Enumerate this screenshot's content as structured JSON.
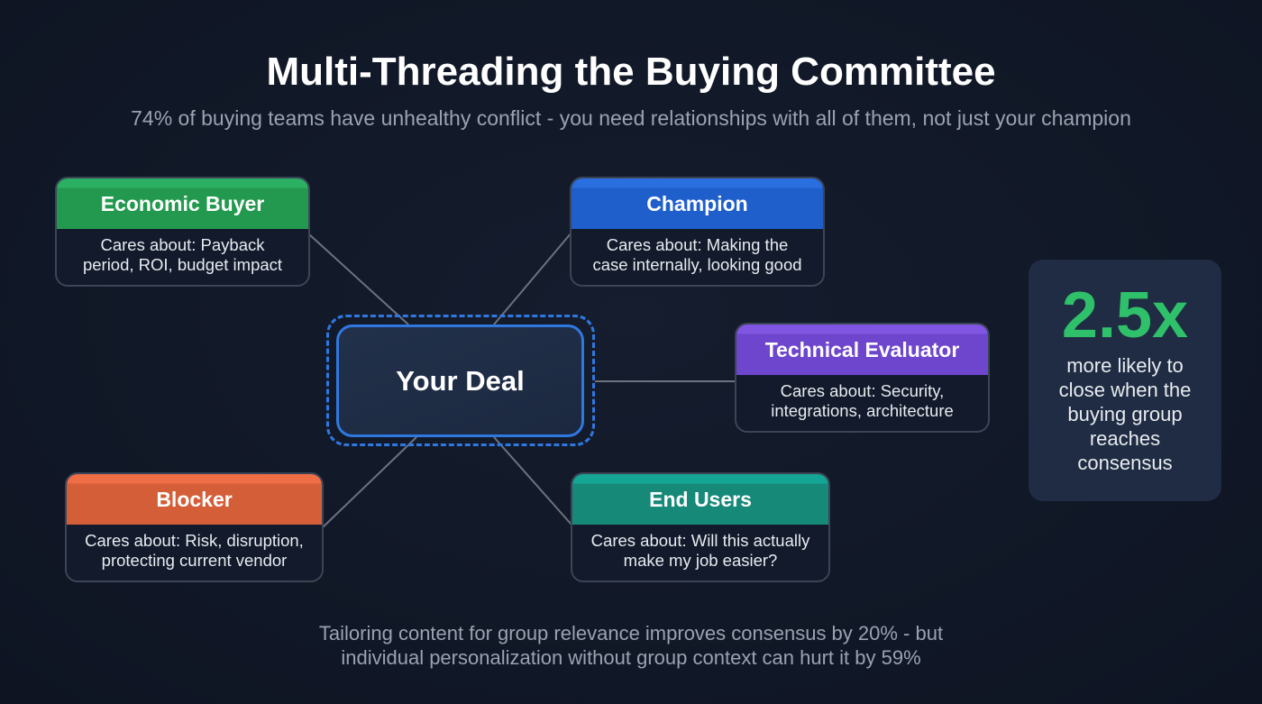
{
  "header": {
    "title": "Multi-Threading the Buying Committee",
    "subtitle": "74% of buying teams have unhealthy conflict - you need relationships with all of them, not just your champion"
  },
  "center": {
    "label": "Your Deal"
  },
  "stakeholders": [
    {
      "id": "economic-buyer",
      "title": "Economic Buyer",
      "cares_line1": "Cares about: Payback",
      "cares_line2": "period, ROI, budget impact",
      "color": "#23994f"
    },
    {
      "id": "champion",
      "title": "Champion",
      "cares_line1": "Cares about: Making the",
      "cares_line2": "case internally, looking good",
      "color": "#1f5fcb"
    },
    {
      "id": "technical-evaluator",
      "title": "Technical Evaluator",
      "cares_line1": "Cares about: Security,",
      "cares_line2": "integrations, architecture",
      "color": "#6d46cd"
    },
    {
      "id": "blocker",
      "title": "Blocker",
      "cares_line1": "Cares about: Risk, disruption,",
      "cares_line2": "protecting current vendor",
      "color": "#d45e38"
    },
    {
      "id": "end-users",
      "title": "End Users",
      "cares_line1": "Cares about: Will this actually",
      "cares_line2": "make my job easier?",
      "color": "#168979"
    }
  ],
  "stat": {
    "value": "2.5x",
    "description": "more likely to close when the buying group reaches consensus",
    "color": "#2fc16a"
  },
  "footer": {
    "line1": "Tailoring content for group relevance improves consensus by 20% - but",
    "line2": "individual personalization without group context can hurt it by 59%"
  }
}
